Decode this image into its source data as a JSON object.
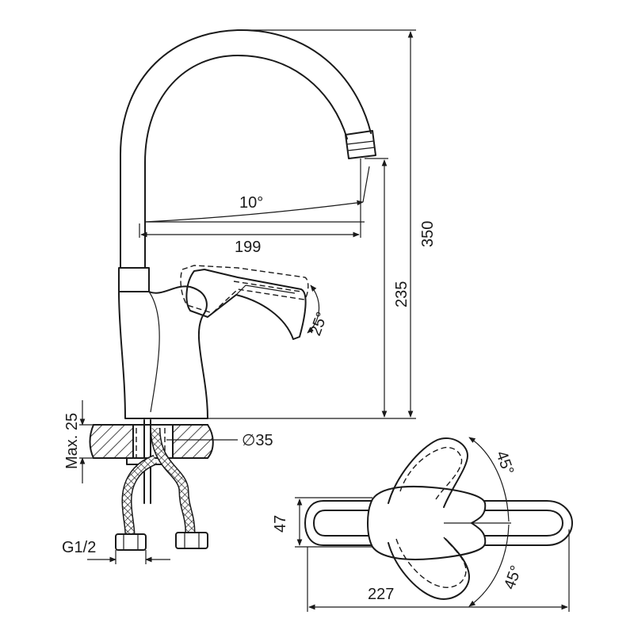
{
  "colors": {
    "line": "#1a1a1a",
    "background": "#ffffff"
  },
  "dimensions": {
    "angle_spout": "10°",
    "reach": "199",
    "total_height": "350",
    "spout_height": "235",
    "handle_angle": "25°",
    "max_thickness": "Max. 25",
    "hole_diameter": "∅35",
    "thread": "G1/2",
    "swivel_angle_top": "45°",
    "swivel_angle_bottom": "45°",
    "body_width": "47",
    "length": "227"
  }
}
